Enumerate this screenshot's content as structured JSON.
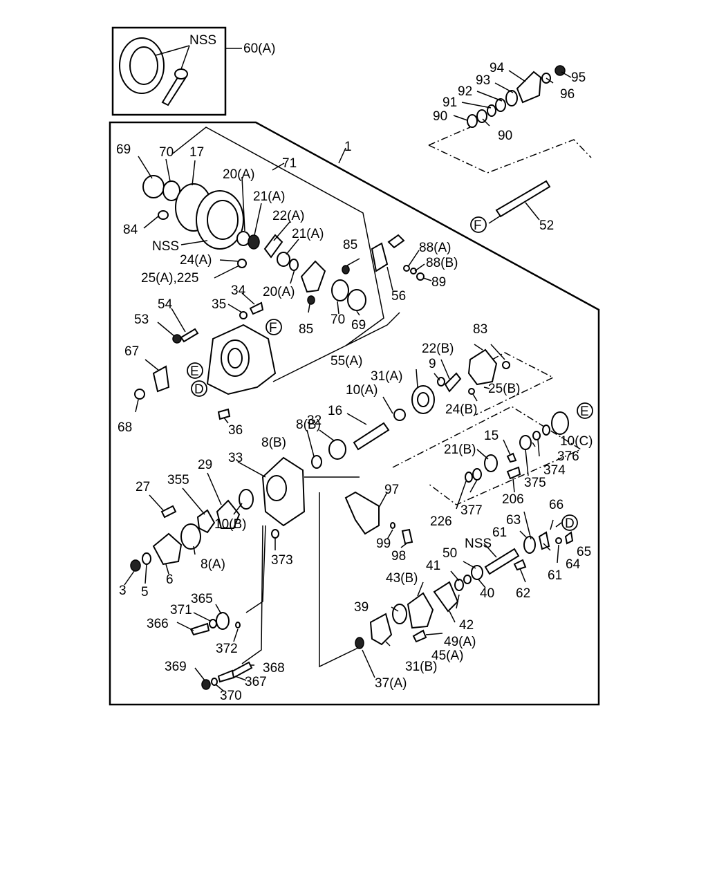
{
  "inset": {
    "parts": [
      "NSS",
      "60(A)"
    ]
  },
  "callouts": [
    "1",
    "3",
    "5",
    "6",
    "8(A)",
    "8(B)",
    "8(B)",
    "9",
    "10(A)",
    "10(B)",
    "10(C)",
    "15",
    "16",
    "17",
    "20(A)",
    "20(A)",
    "21(A)",
    "21(A)",
    "21(B)",
    "22(A)",
    "22(B)",
    "24(A)",
    "24(B)",
    "25(A),225",
    "25(B)",
    "27",
    "29",
    "31(A)",
    "31(B)",
    "32",
    "33",
    "34",
    "35",
    "36",
    "37(A)",
    "39",
    "40",
    "41",
    "42",
    "43(B)",
    "45(A)",
    "49(A)",
    "50",
    "52",
    "53",
    "54",
    "55(A)",
    "56",
    "61",
    "61",
    "62",
    "63",
    "64",
    "65",
    "66",
    "67",
    "68",
    "69",
    "69",
    "70",
    "70",
    "71",
    "83",
    "84",
    "85",
    "85",
    "88(A)",
    "88(B)",
    "89",
    "90",
    "90",
    "91",
    "92",
    "93",
    "94",
    "95",
    "96",
    "97",
    "98",
    "99",
    "206",
    "226",
    "355",
    "365",
    "366",
    "367",
    "368",
    "369",
    "370",
    "371",
    "372",
    "373",
    "374",
    "375",
    "376",
    "377",
    "NSS",
    "NSS"
  ],
  "refs": [
    "F",
    "F",
    "E",
    "E",
    "D",
    "D"
  ]
}
